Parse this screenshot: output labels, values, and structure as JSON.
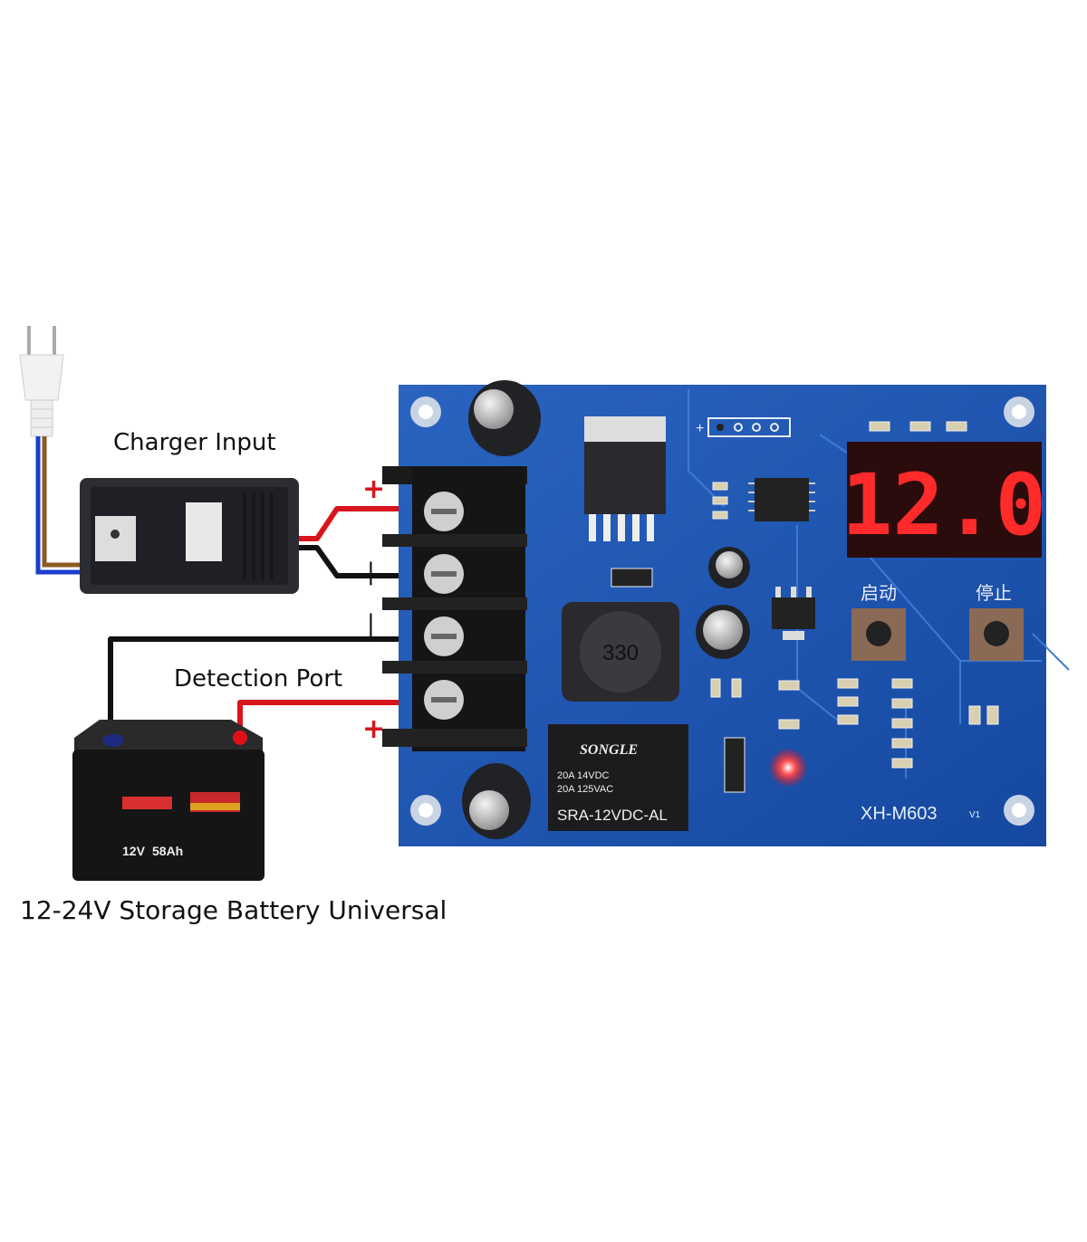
{
  "labels": {
    "charger_input": "Charger Input",
    "detection_port": "Detection Port",
    "battery": "12-24V Storage Battery Universal"
  },
  "polarity": {
    "plus": "+",
    "minus": "|"
  },
  "board": {
    "model": "XH-M603",
    "version": "V1",
    "display_value": "12.0",
    "start_label": "启动",
    "stop_label": "停止",
    "inductor_code": "330",
    "header_label": "+",
    "relay": {
      "brand": "SONGLE",
      "rating_dc": "20A 14VDC",
      "rating_ac": "20A 125VAC",
      "model": "SRA-12VDC-AL"
    }
  },
  "battery_label": {
    "voltage": "12V",
    "capacity": "58Ah"
  },
  "colors": {
    "board": "#1d56b0",
    "wire_positive": "#d8141c",
    "wire_negative": "#111111",
    "display_digit": "#ff2a2a"
  }
}
